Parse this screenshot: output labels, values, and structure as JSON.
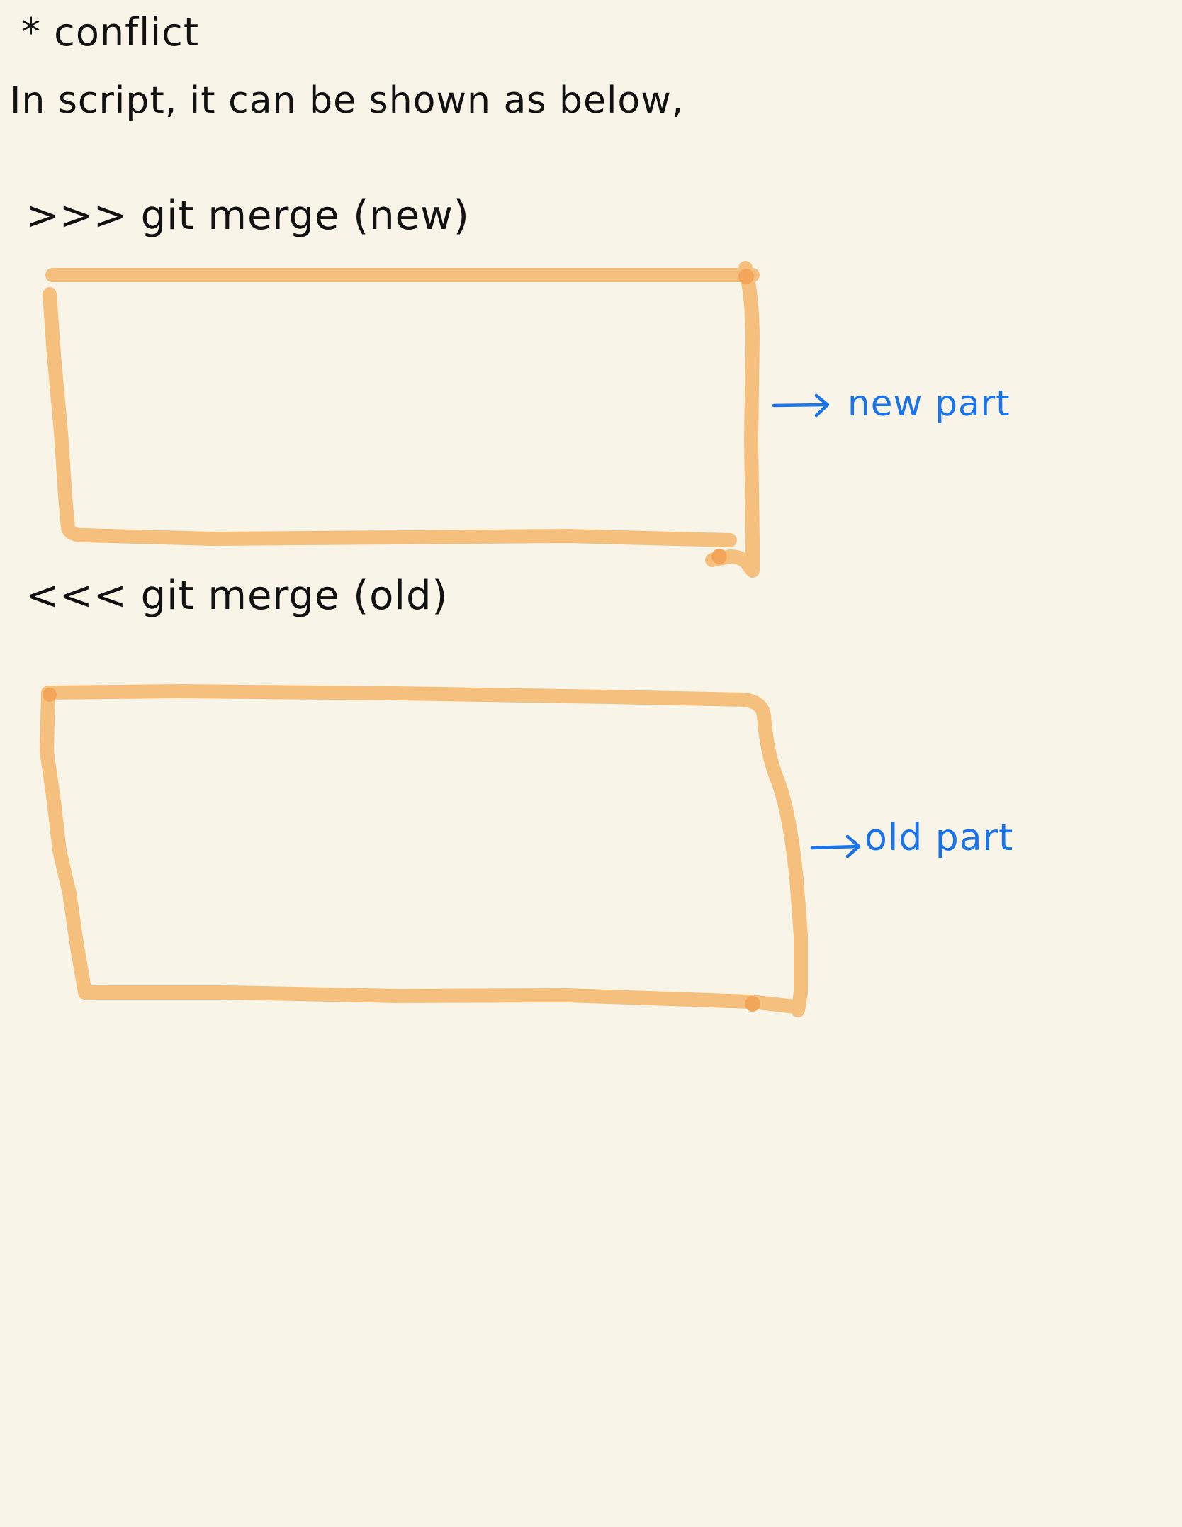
{
  "note": {
    "heading": "* conflict",
    "intro": "In script, it can be shown as below,",
    "new_marker": ">>> git merge (new)",
    "old_marker": "<<< git merge (old)",
    "new_label": "new part",
    "old_label": "old part"
  },
  "colors": {
    "background": "#f8f5e8",
    "ink": "#111111",
    "highlight_box": "#f5c07e",
    "annotation": "#1a73e8"
  }
}
